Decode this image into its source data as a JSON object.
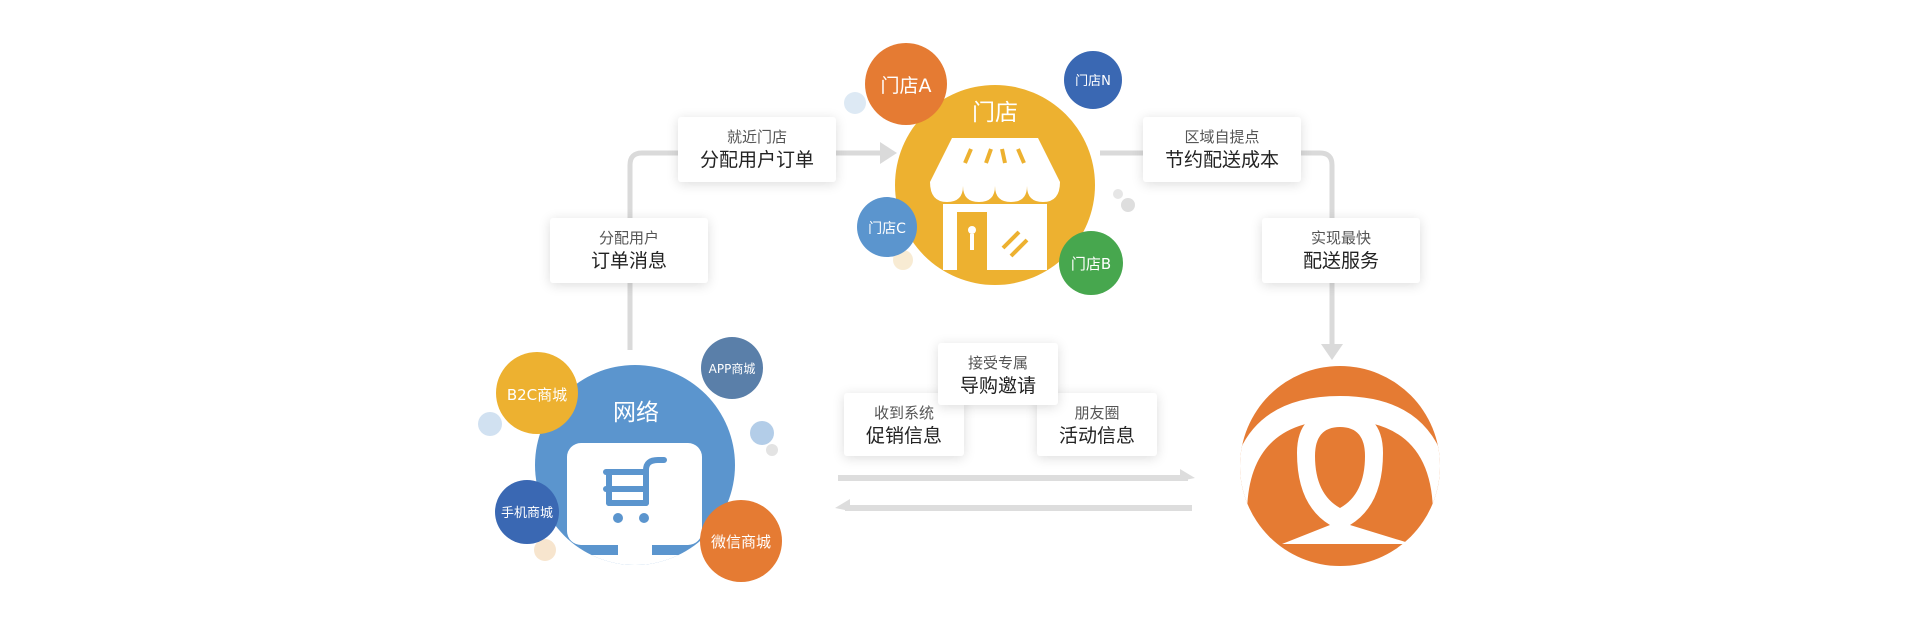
{
  "store": {
    "title": "门店",
    "satellites": {
      "a": "门店A",
      "n": "门店N",
      "c": "门店C",
      "b": "门店B"
    }
  },
  "network": {
    "title": "网络",
    "satellites": {
      "b2c": "B2C商城",
      "app": "APP商城",
      "mobile": "手机商城",
      "wechat": "微信商城"
    }
  },
  "user": {
    "title": "用户"
  },
  "labels": {
    "nearby": {
      "line1": "就近门店",
      "line2": "分配用户订单"
    },
    "assign": {
      "line1": "分配用户",
      "line2": "订单消息"
    },
    "pickup": {
      "line1": "区域自提点",
      "line2": "节约配送成本"
    },
    "fastest": {
      "line1": "实现最快",
      "line2": "配送服务"
    },
    "invite": {
      "line1": "接受专属",
      "line2": "导购邀请"
    },
    "promo": {
      "line1": "收到系统",
      "line2": "促销信息"
    },
    "moments": {
      "line1": "朋友圈",
      "line2": "活动信息"
    }
  },
  "colors": {
    "orange": "#E57B33",
    "yellow": "#EDB130",
    "blue": "#5B95CE",
    "dark_blue": "#3A68B3",
    "green": "#47A74E",
    "slate_blue": "#5A7FA9",
    "connector": "#DADADA"
  }
}
